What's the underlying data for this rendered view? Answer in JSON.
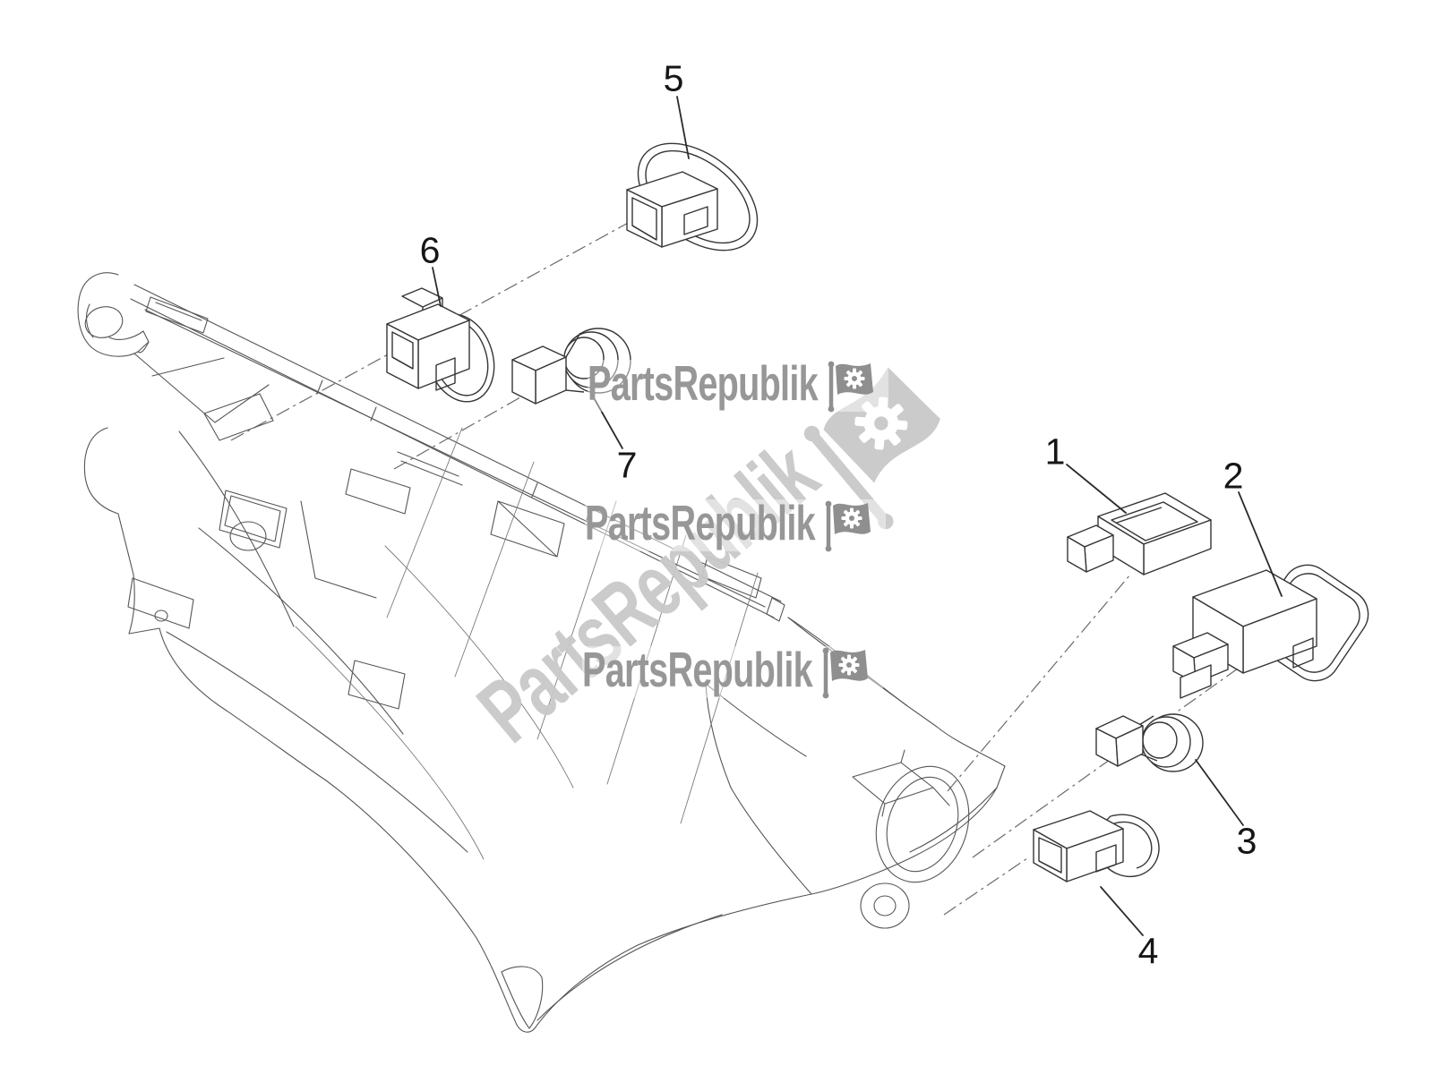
{
  "diagram": {
    "background_color": "#ffffff",
    "line_color": "#565656",
    "label_color": "#161616",
    "callouts": [
      {
        "number": "1"
      },
      {
        "number": "2"
      },
      {
        "number": "3"
      },
      {
        "number": "4"
      },
      {
        "number": "5"
      },
      {
        "number": "6"
      },
      {
        "number": "7"
      }
    ]
  },
  "watermark": {
    "brand": "PartsRepublik",
    "flag_icon": "flag-gear-icon",
    "horizontal_color": "#979797",
    "diagonal_color": "#c9c9c9"
  }
}
